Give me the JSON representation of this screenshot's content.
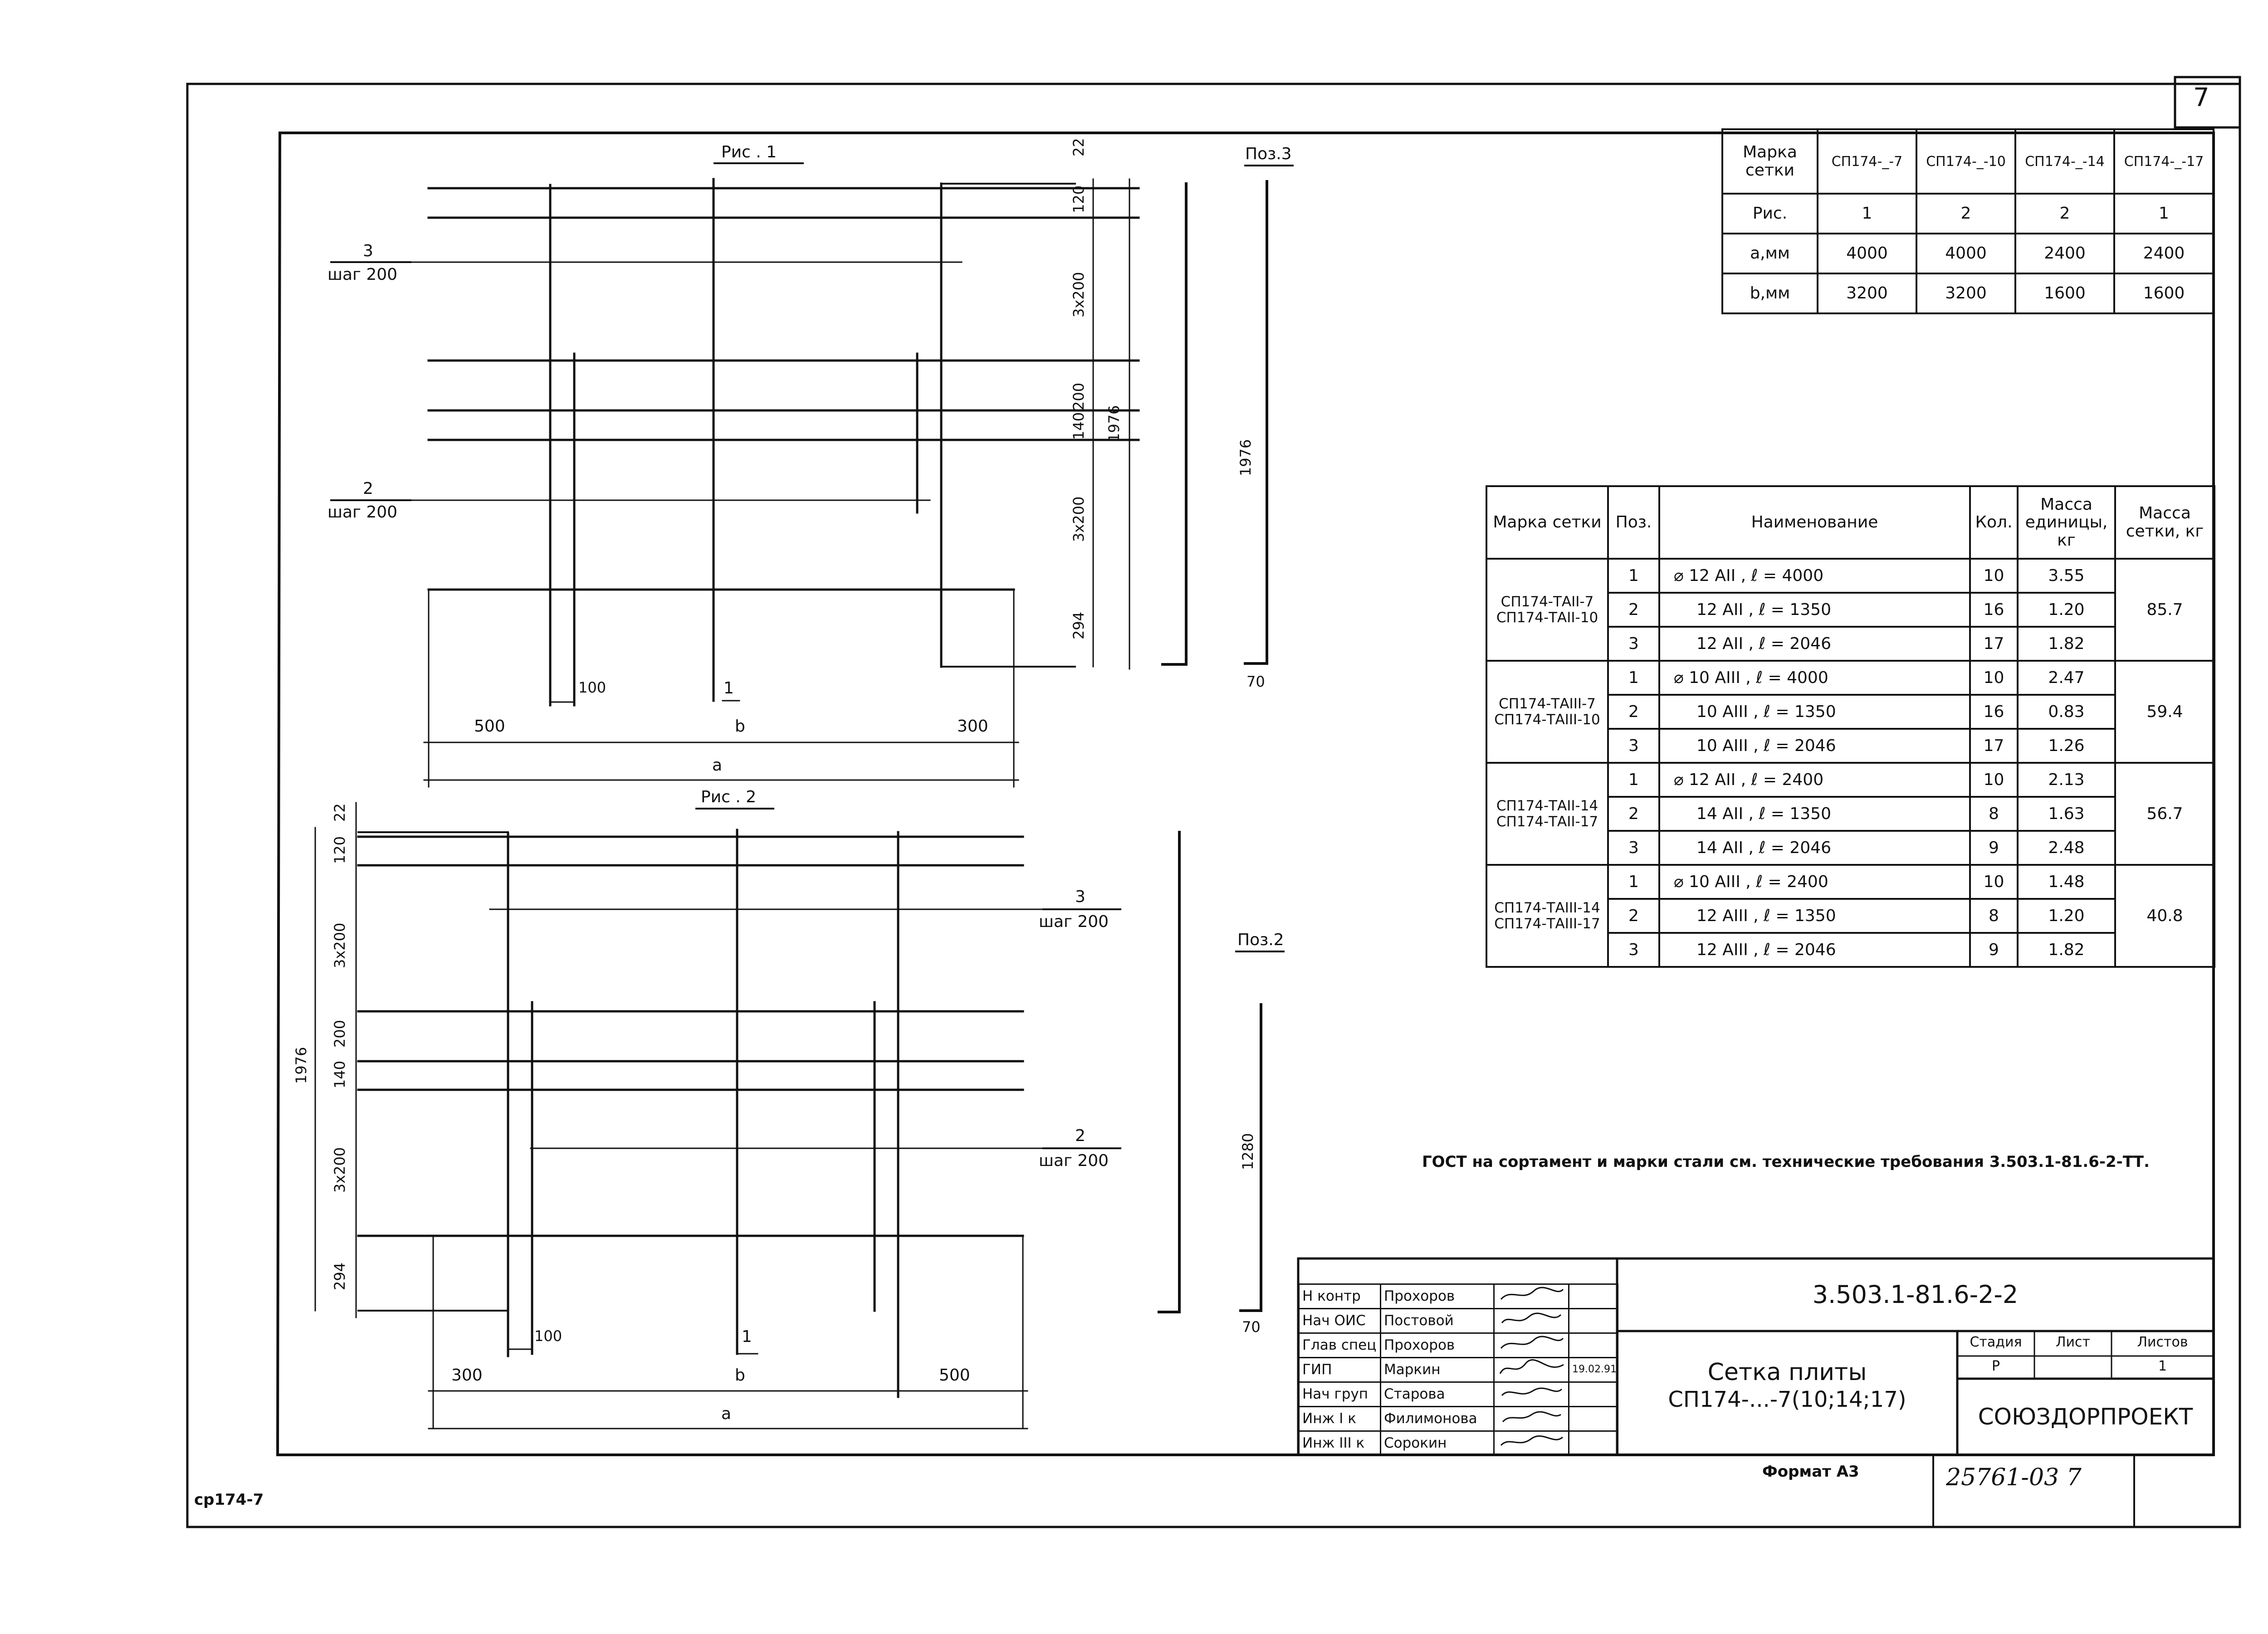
{
  "sheet": {
    "page_number": "7",
    "stamp_left": "ср174-7",
    "format": "Формат А3",
    "archive_number": "25761-03  7"
  },
  "fig1": {
    "title": "Рис . 1",
    "label_3": "3",
    "label_3_step": "шаг 200",
    "label_2": "2",
    "label_2_step": "шаг 200",
    "label_1": "1",
    "dims": {
      "d22": "22",
      "d120": "120",
      "d3x200a": "3х200",
      "d140": "140",
      "d200": "200",
      "d1976": "1976",
      "d3x200b": "3х200",
      "d294": "294",
      "d100": "100",
      "d500": "500",
      "b": "b",
      "d300": "300",
      "a": "a"
    }
  },
  "fig2": {
    "title": "Рис . 2",
    "label_3": "3",
    "label_3_step": "шаг 200",
    "label_2": "2",
    "label_2_step": "шаг 200",
    "label_1": "1",
    "dims": {
      "d22": "22",
      "d120": "120",
      "d3x200a": "3х200",
      "d200": "200",
      "d140": "140",
      "d1976": "1976",
      "d3x200b": "3х200",
      "d294": "294",
      "d100": "100",
      "d300": "300",
      "b": "b",
      "d500": "500",
      "a": "a"
    }
  },
  "pos3": {
    "title": "Поз.3",
    "length": "1976",
    "end": "70"
  },
  "pos2": {
    "title": "Поз.2",
    "length": "1280",
    "end": "70"
  },
  "marks_table": {
    "header": [
      "Марка сетки",
      "СП174-_-7",
      "СП174-_-10",
      "СП174-_-14",
      "СП174-_-17"
    ],
    "rows": [
      [
        "Рис.",
        "1",
        "2",
        "2",
        "1"
      ],
      [
        "а,мм",
        "4000",
        "4000",
        "2400",
        "2400"
      ],
      [
        "b,мм",
        "3200",
        "3200",
        "1600",
        "1600"
      ]
    ]
  },
  "spec_table": {
    "header": [
      "Марка сетки",
      "Поз.",
      "Наименование",
      "Кол.",
      "Масса единицы, кг",
      "Масса сетки, кг"
    ],
    "groups": [
      {
        "mark": "СП174-ТАII-7 СП174-ТАII-10",
        "total": "85.7",
        "rows": [
          [
            "1",
            "⌀ 12 АII  ,  ℓ = 4000",
            "10",
            "3.55"
          ],
          [
            "2",
            "12 АII  ,  ℓ = 1350",
            "16",
            "1.20"
          ],
          [
            "3",
            "12 АII  ,  ℓ = 2046",
            "17",
            "1.82"
          ]
        ]
      },
      {
        "mark": "СП174-ТАIII-7 СП174-ТАIII-10",
        "total": "59.4",
        "rows": [
          [
            "1",
            "⌀ 10 АIII  ,  ℓ = 4000",
            "10",
            "2.47"
          ],
          [
            "2",
            "10 АIII  ,  ℓ = 1350",
            "16",
            "0.83"
          ],
          [
            "3",
            "10 АIII  ,  ℓ = 2046",
            "17",
            "1.26"
          ]
        ]
      },
      {
        "mark": "СП174-ТАII-14 СП174-ТАII-17",
        "total": "56.7",
        "rows": [
          [
            "1",
            "⌀ 12 АII  ,  ℓ = 2400",
            "10",
            "2.13"
          ],
          [
            "2",
            "14 АII  ,  ℓ = 1350",
            "8",
            "1.63"
          ],
          [
            "3",
            "14 АII  ,  ℓ = 2046",
            "9",
            "2.48"
          ]
        ]
      },
      {
        "mark": "СП174-ТАIII-14 СП174-ТАIII-17",
        "total": "40.8",
        "rows": [
          [
            "1",
            "⌀ 10 АIII  ,  ℓ = 2400",
            "10",
            "1.48"
          ],
          [
            "2",
            "12 АIII  ,  ℓ = 1350",
            "8",
            "1.20"
          ],
          [
            "3",
            "12 АIII  ,  ℓ = 2046",
            "9",
            "1.82"
          ]
        ]
      }
    ]
  },
  "note": "ГОСТ на сортамент и марки стали см. технические требования 3.503.1-81.6-2-ТТ.",
  "title_block": {
    "doc_code": "3.503.1-81.6-2-2",
    "title_line1": "Сетка плиты",
    "title_line2": "СП174-...-7(10;14;17)",
    "organization": "СОЮЗДОРПРОЕКТ",
    "stage_header": "Стадия",
    "sheet_header": "Лист",
    "sheets_header": "Листов",
    "stage": "Р",
    "sheet": "",
    "sheets": "1",
    "date": "19.02.91",
    "people": [
      {
        "role": "Н контр",
        "name": "Прохоров"
      },
      {
        "role": "Нач ОИС",
        "name": "Постовой"
      },
      {
        "role": "Глав спец",
        "name": "Прохоров"
      },
      {
        "role": "ГИП",
        "name": "Маркин"
      },
      {
        "role": "Нач груп",
        "name": "Старова"
      },
      {
        "role": "Инж I к",
        "name": "Филимонова"
      },
      {
        "role": "Инж III к",
        "name": "Сорокин"
      }
    ]
  }
}
